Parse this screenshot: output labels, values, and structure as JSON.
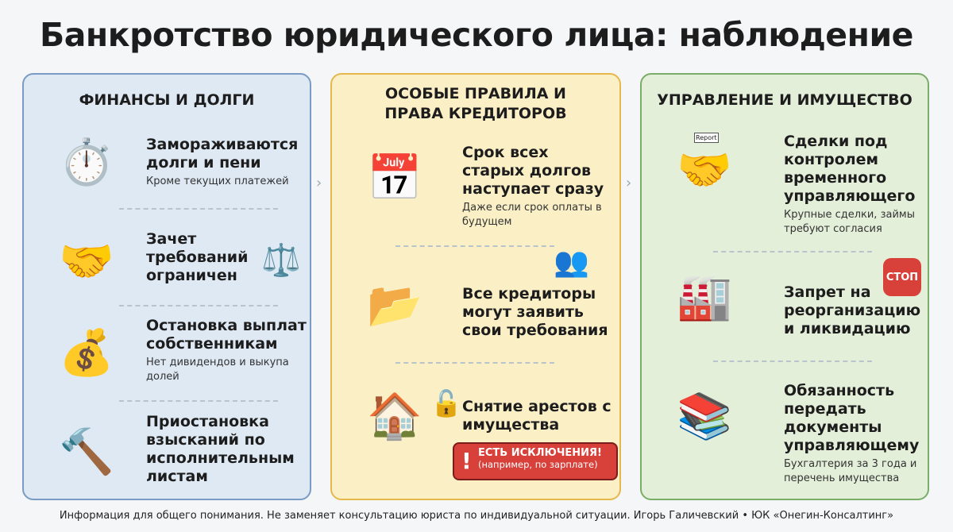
{
  "title": "Банкротство юридического лица: наблюдение",
  "panels": [
    {
      "heading": "ФИНАНСЫ И ДОЛГИ",
      "color": "#7a9cc4",
      "items": [
        {
          "icon": "stopwatch-coins-snowflake-icon",
          "title": "Замораживаются долги и пени",
          "sub": "Кроме текущих платежей"
        },
        {
          "icon": "crossed-handshake-scales-icon",
          "title": "Зачет требований ограничен",
          "sub": ""
        },
        {
          "icon": "crossed-moneybag-cash-icon",
          "title": "Остановка выплат собственникам",
          "sub": "Нет дивидендов и выкупа долей"
        },
        {
          "icon": "gavel-pause-icon",
          "title": "Приостановка взысканий по исполнительным листам",
          "sub": ""
        }
      ]
    },
    {
      "heading": "ОСОБЫЕ ПРАВИЛА И ПРАВА КРЕДИТОРОВ",
      "color": "#e6b84c",
      "items": [
        {
          "icon": "calendar-arrow-icon",
          "title": "Срок всех старых долгов наступает сразу",
          "sub": "Даже если срок оплаты в будущем"
        },
        {
          "icon": "creditors-folder-check-icon",
          "title": "Все кредиторы могут заявить свои требования",
          "sub": ""
        },
        {
          "icon": "house-car-unlock-icon",
          "title": "Снятие арестов с имущества",
          "sub": ""
        }
      ],
      "exception": {
        "title": "ЕСТЬ ИСКЛЮЧЕНИЯ!",
        "note": "(например, по зарплате)"
      }
    },
    {
      "heading": "УПРАВЛЕНИЕ И ИМУЩЕСТВО",
      "color": "#7aad67",
      "items": [
        {
          "icon": "handshake-report-lock-icon",
          "title": "Сделки под контролем временного управляющего",
          "sub": "Крупные сделки, займы требуют согласия",
          "badge": "Report"
        },
        {
          "icon": "crossed-factory-stop-icon",
          "title": "Запрет на реорганизацию и ликвидацию",
          "sub": "",
          "badge": "СТОП"
        },
        {
          "icon": "documents-handover-clock-icon",
          "title": "Обязанность передать документы управляющему",
          "sub": "Бухгалтерия за 3 года и перечень имущества"
        }
      ]
    }
  ],
  "footer": "Информация для общего понимания. Не заменяет консультацию юриста по индивидуальной ситуации.  Игорь Галичевский • ЮК «Онегин-Консалтинг»"
}
